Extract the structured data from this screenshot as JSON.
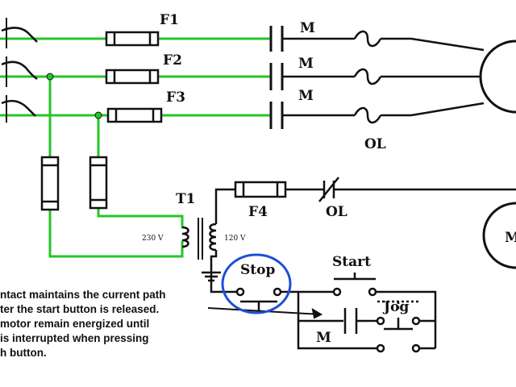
{
  "labels": {
    "fuse1": "F1",
    "fuse2": "F2",
    "fuse3": "F3",
    "fuse4": "F4",
    "contact1": "M",
    "contact2": "M",
    "contact3": "M",
    "aux_contact": "M",
    "overload": "OL",
    "overload_contact": "OL",
    "transformer": "T1",
    "primary_voltage": "230 V",
    "secondary_voltage": "120 V",
    "stop": "Stop",
    "start": "Start",
    "jog": "Jog",
    "motor_partial": "M"
  },
  "note": {
    "lines": [
      "ntact maintains the current path",
      "ter the start button is released.",
      " motor remain energized until",
      "is interrupted when pressing",
      "h button."
    ]
  },
  "colors": {
    "wire": "#111111",
    "power_wire": "#27c42a",
    "highlight": "#1f4fd6"
  }
}
